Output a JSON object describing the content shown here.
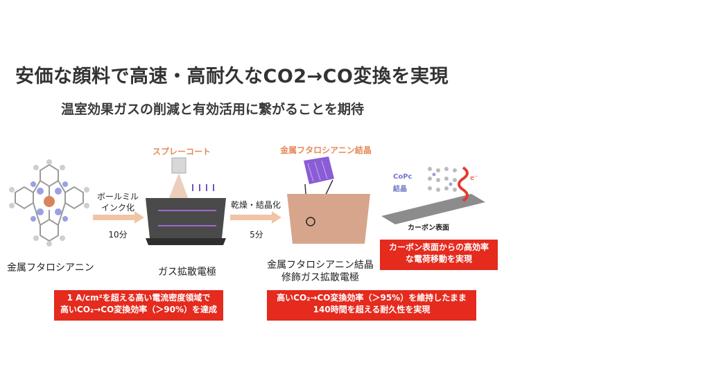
{
  "title": "安価な顔料で高速・高耐久なCO2→CO変換を実現",
  "subtitle": "温室効果ガスの削減と有効活用に繋がることを期待",
  "diagram": {
    "step1": {
      "caption": "金属フタロシアニン"
    },
    "arrow1": {
      "line1": "ボールミル",
      "line2": "インク化",
      "time": "10分"
    },
    "step2": {
      "top_label": "スプレーコート",
      "caption": "ガス拡散電極"
    },
    "arrow2": {
      "label": "乾燥・結晶化",
      "time": "5分"
    },
    "step3": {
      "top_label": "金属フタロシアニン結晶",
      "caption_line1": "金属フタロシアニン結晶",
      "caption_line2": "修飾ガス拡散電極"
    },
    "step4": {
      "cluster_line1": "CoPc",
      "cluster_line2": "結晶",
      "electron": "e⁻",
      "surface_label": "カーボン表面"
    },
    "box_left": {
      "line1": "1 A/cm²を超える高い電流密度領域で",
      "line2": "高いCO₂→CO変換効率（＞90%）を達成"
    },
    "box_middle": {
      "line1": "高いCO₂→CO変換効率（＞95%）を維持したまま",
      "line2": "140時間を超える耐久性を実現"
    },
    "box_right": {
      "line1": "カーボン表面からの高効率",
      "line2": "な電荷移動を実現"
    }
  }
}
